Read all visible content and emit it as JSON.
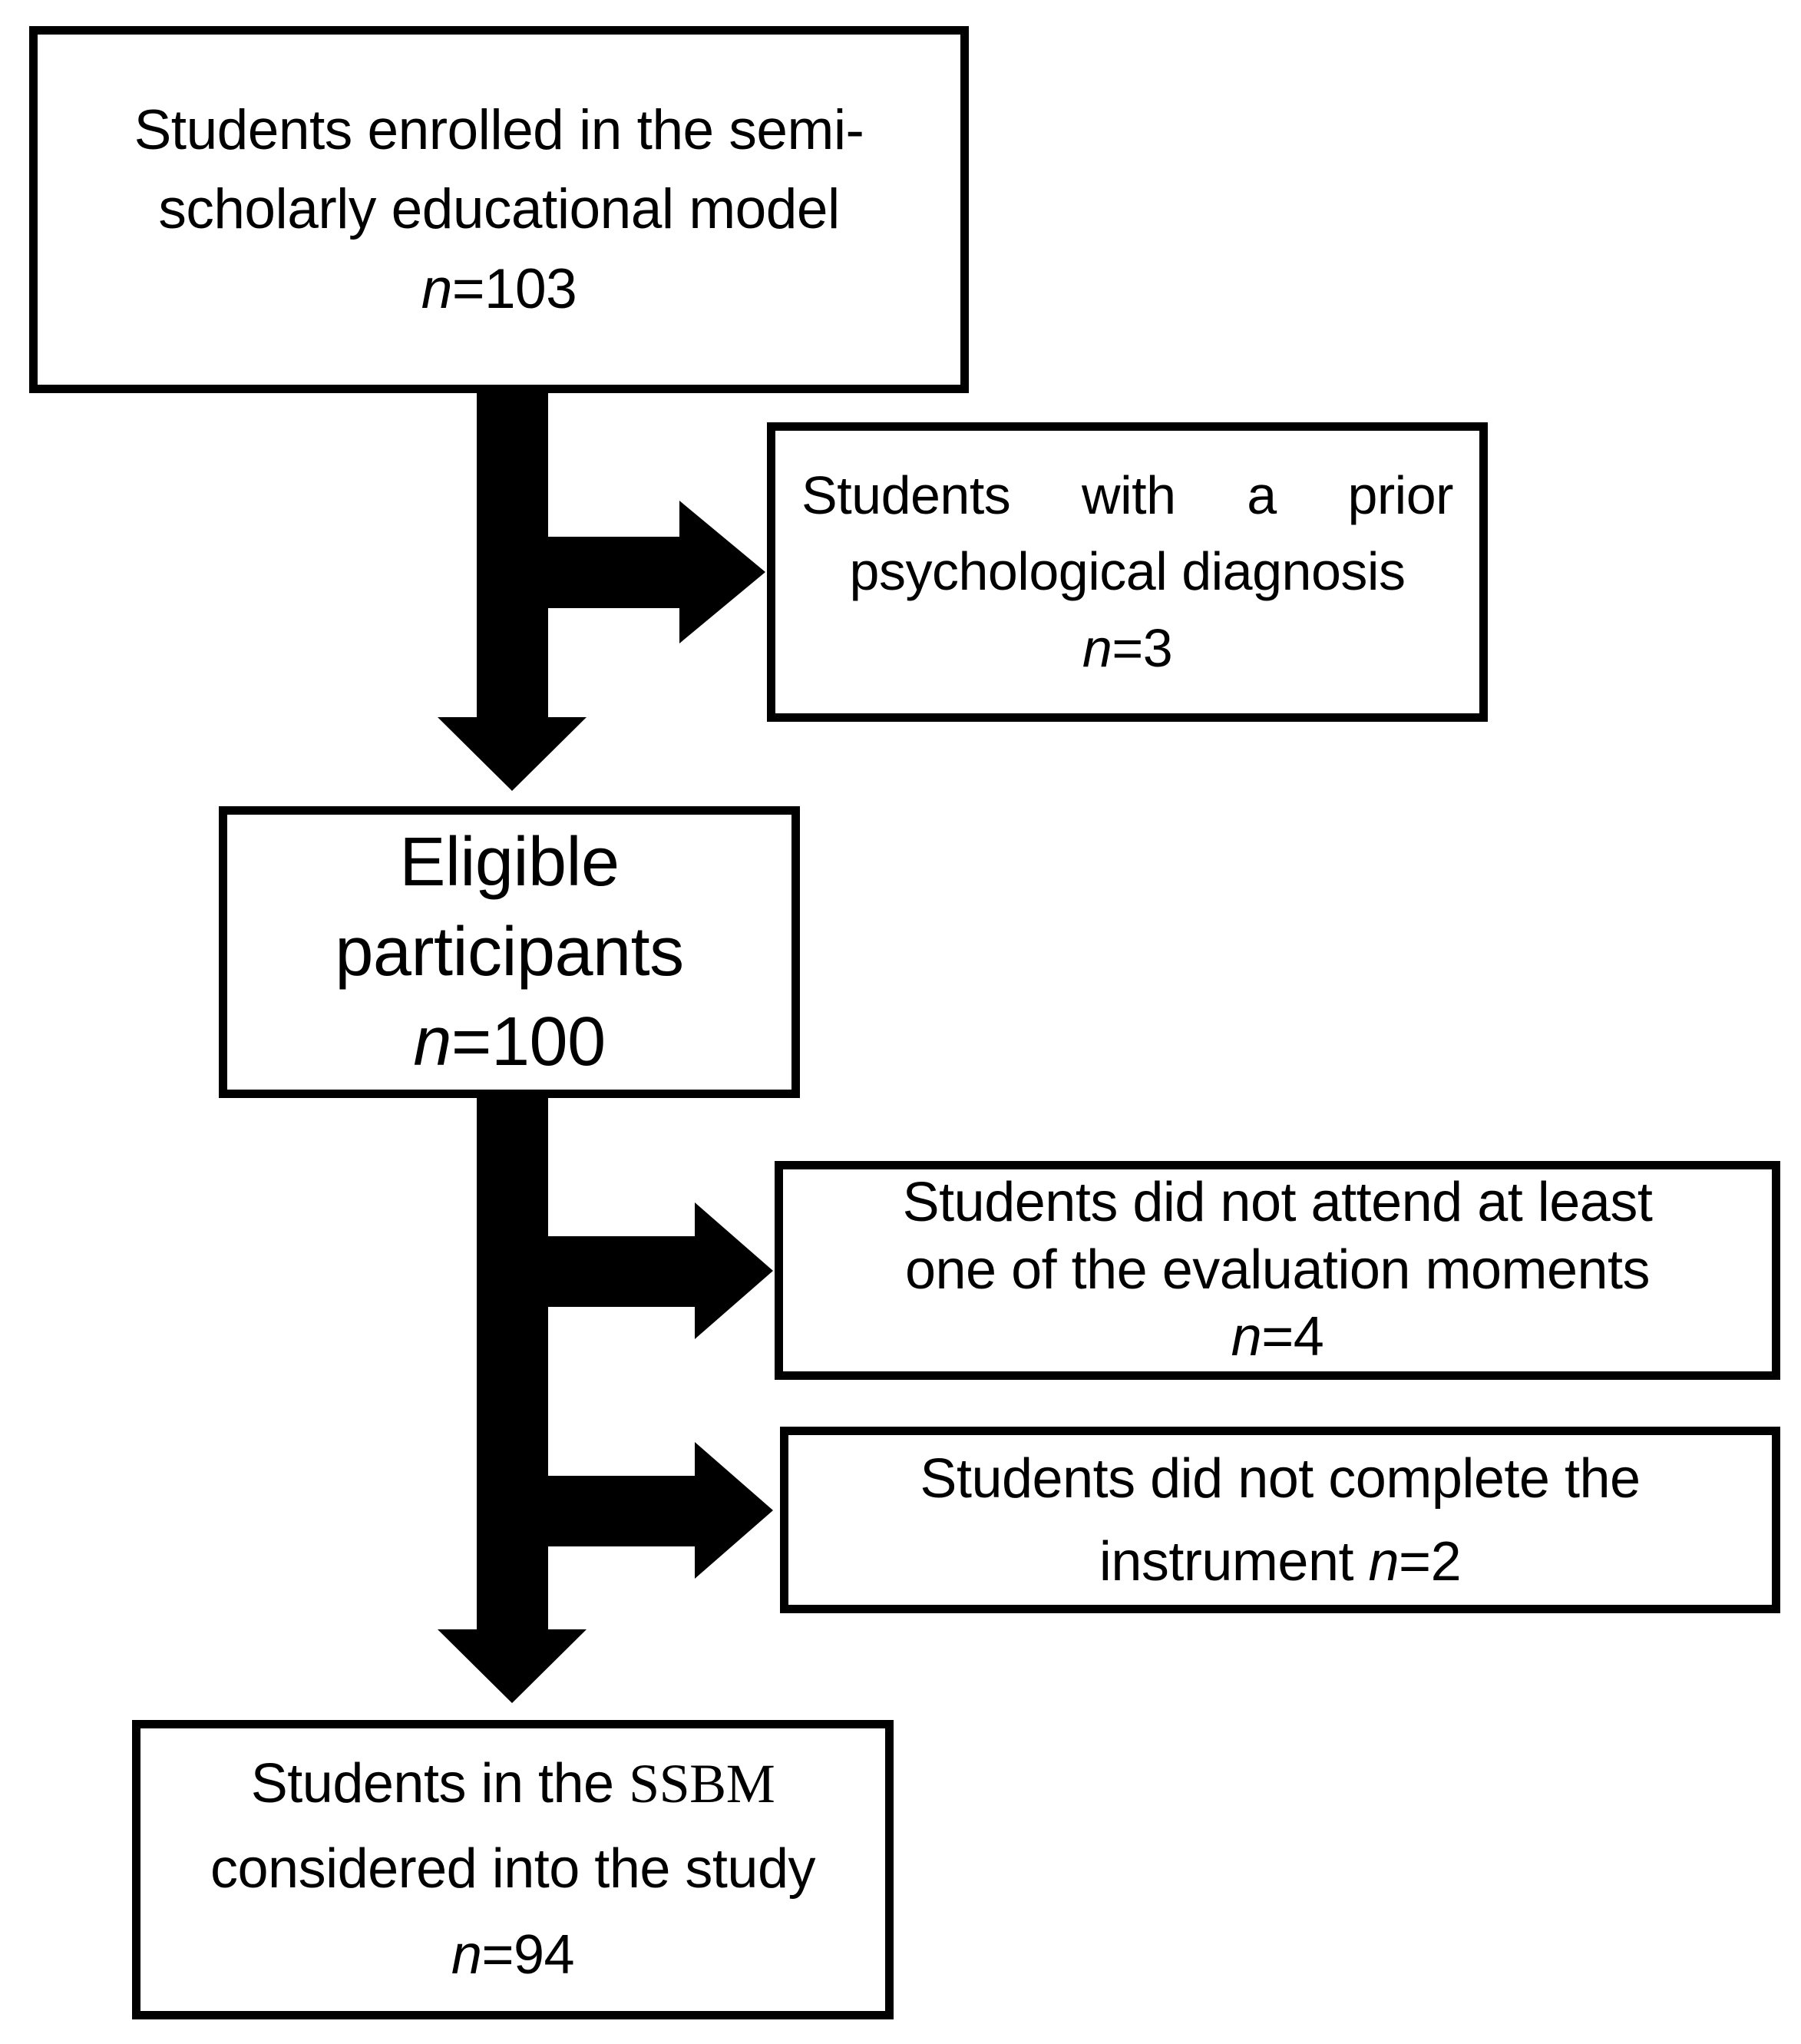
{
  "diagram": {
    "type": "participant-flow",
    "colors": {
      "ink": "#000000",
      "background": "#ffffff"
    }
  },
  "boxes": {
    "enrolled": {
      "line1": "Students enrolled in the semi-",
      "line2": "scholarly educational model",
      "n": "n",
      "count": "=103"
    },
    "prior": {
      "words": [
        "Students",
        "with",
        "a",
        "prior"
      ],
      "line2": "psychological diagnosis",
      "n": "n",
      "count": "=3"
    },
    "eligible": {
      "line1": "Eligible",
      "line2": "participants",
      "n": "n",
      "count": "=100"
    },
    "not_attend": {
      "line1": "Students did not attend at least",
      "line2": "one of the evaluation moments",
      "n": "n",
      "count": "=4"
    },
    "not_complete": {
      "line1": "Students did not complete the",
      "line2_prefix": "instrument ",
      "n": "n",
      "count": "=2"
    },
    "included": {
      "line1_prefix": "Students in the ",
      "acronym": "SSBM",
      "line2": "considered into the study",
      "n": "n",
      "count": "=94"
    }
  }
}
